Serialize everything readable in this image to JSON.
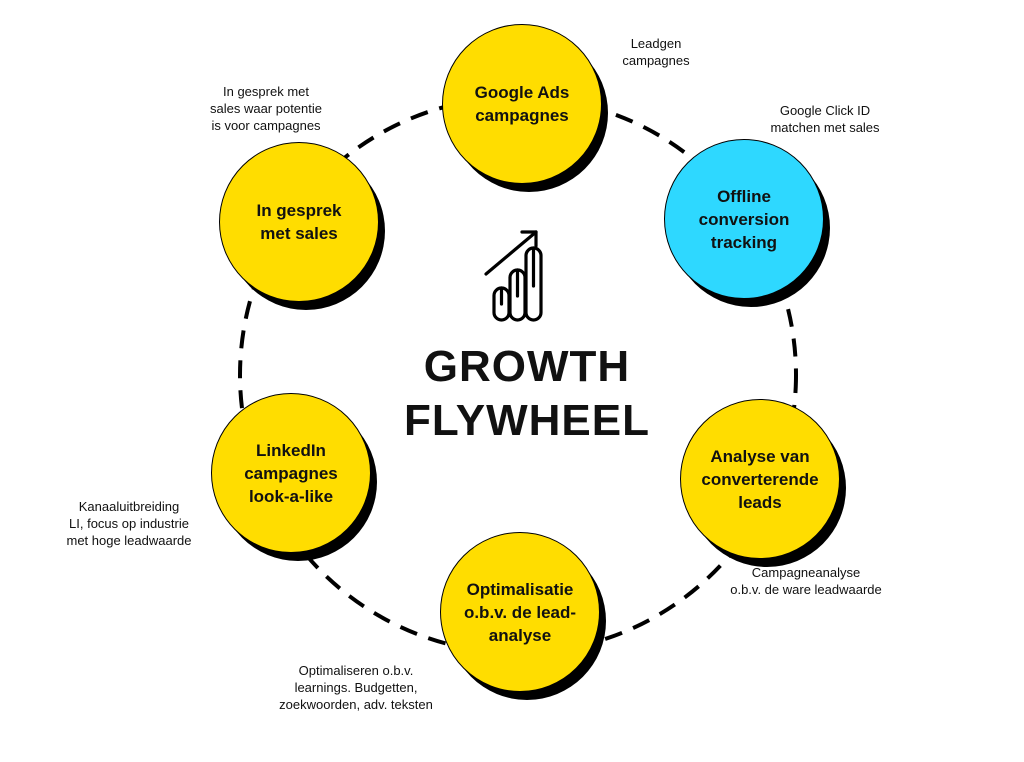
{
  "colors": {
    "yellow": "#FFDD00",
    "cyan": "#2ED8FF",
    "ink": "#000000"
  },
  "diagram": {
    "title": "GROWTH\nFLYWHEEL",
    "center_icon": "growth-chart-icon",
    "steps": [
      {
        "label": "Google Ads\ncampagnes",
        "color": "yellow",
        "note": "Leadgen\ncampagnes"
      },
      {
        "label": "Offline\nconversion\ntracking",
        "color": "cyan",
        "note": "Google Click ID\nmatchen met sales"
      },
      {
        "label": "Analyse van\nconverterende\nleads",
        "color": "yellow",
        "note": "Campagneanalyse\no.b.v. de ware leadwaarde"
      },
      {
        "label": "Optimalisatie\no.b.v. de lead-\nanalyse",
        "color": "yellow",
        "note": "Optimaliseren o.b.v.\nlearnings. Budgetten,\nzoekwoorden, adv. teksten"
      },
      {
        "label": "LinkedIn\ncampagnes\nlook-a-like",
        "color": "yellow",
        "note": "Kanaaluitbreiding\nLI, focus op industrie\nmet hoge leadwaarde"
      },
      {
        "label": "In gesprek\nmet sales",
        "color": "yellow",
        "note": "In gesprek met\nsales waar potentie\nis voor campagnes"
      }
    ]
  }
}
